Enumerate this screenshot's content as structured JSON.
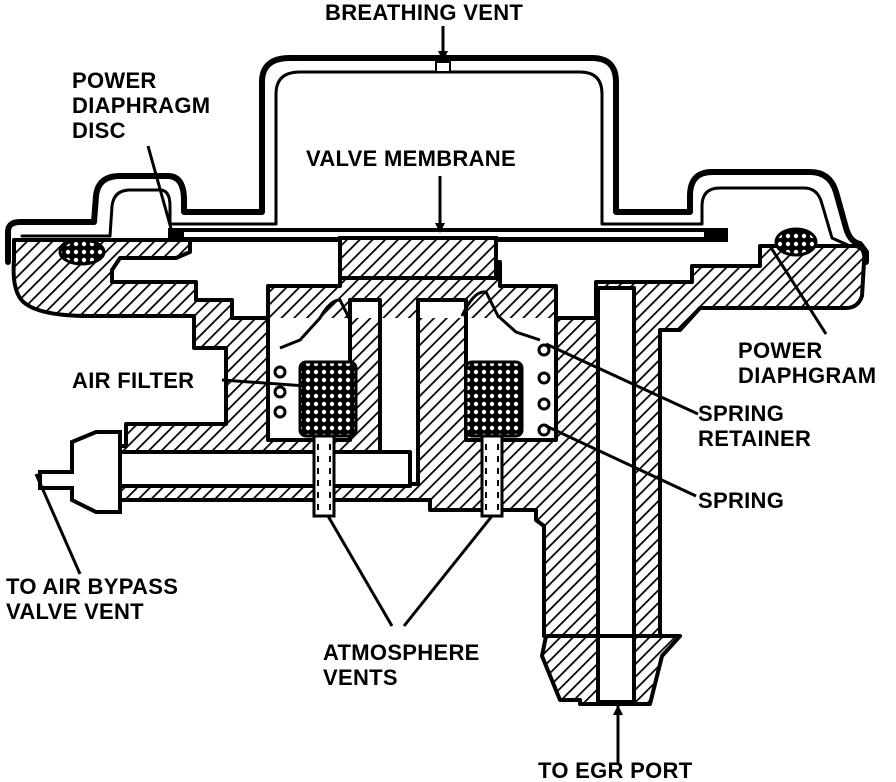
{
  "labels": {
    "breathing_vent": "BREATHING VENT",
    "power_diaphragm_disc": [
      "POWER",
      "DIAPHRAGM",
      "DISC"
    ],
    "valve_membrane": "VALVE MEMBRANE",
    "air_filter": "AIR FILTER",
    "power_diaphgram": [
      "POWER",
      "DIAPHGRAM"
    ],
    "spring_retainer": [
      "SPRING",
      "RETAINER"
    ],
    "spring": "SPRING",
    "to_air_bypass_valve_vent": [
      "TO AIR BYPASS",
      "VALVE VENT"
    ],
    "atmosphere_vents": [
      "ATMOSPHERE",
      "VENTS"
    ],
    "to_egr_port": "TO EGR PORT"
  },
  "colors": {
    "ink": "#000000",
    "paper": "#ffffff"
  }
}
